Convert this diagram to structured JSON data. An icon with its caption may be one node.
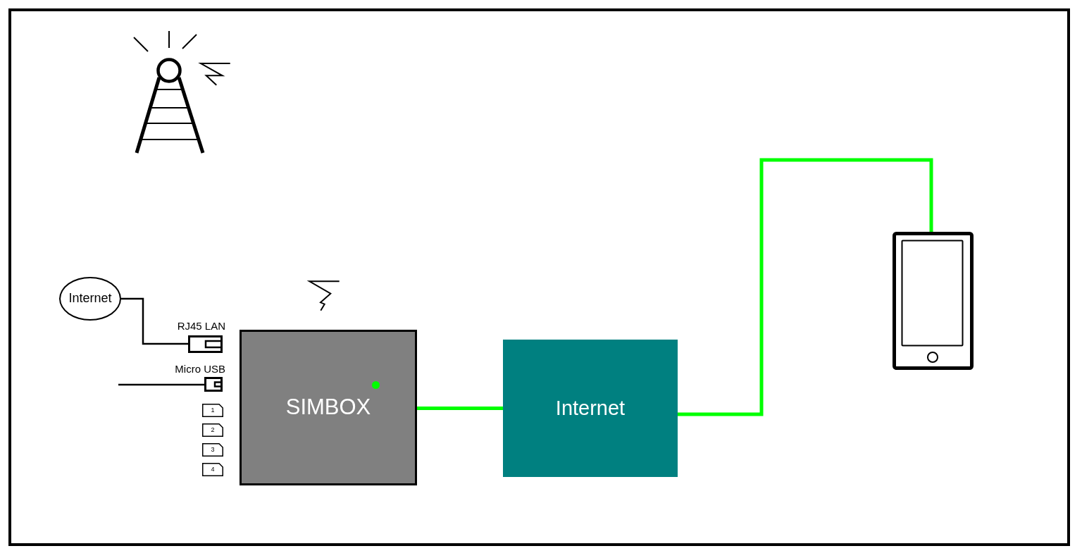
{
  "diagram": {
    "nodes": [
      {
        "text": [
          "Internet"
        ]
      },
      {
        "text": [],
        "shape": "picture",
        "beside": [
          "RJ45 LAN"
        ]
      },
      {
        "text": [],
        "shape": "picture",
        "beside": [
          "Micro USB"
        ]
      },
      {
        "text": [
          "1"
        ]
      },
      {
        "text": [
          "2"
        ]
      },
      {
        "text": [
          "3"
        ]
      },
      {
        "text": [
          "4"
        ]
      },
      {
        "text": [
          "SIMBOX"
        ]
      },
      {
        "text": [
          "Internet"
        ]
      },
      {
        "text": [],
        "shape": "picture"
      }
    ],
    "edges": [
      {
        "from": 0,
        "to": 1,
        "arrow": "none"
      },
      {
        "from": null,
        "to": 2,
        "arrow": "none"
      },
      {
        "from": 7,
        "to": 8,
        "arrow": "none",
        "style": "thick",
        "color": "#00ff00"
      },
      {
        "from": 8,
        "to": 9,
        "arrow": "none",
        "style": "thick",
        "color": "#00ff00"
      }
    ]
  }
}
